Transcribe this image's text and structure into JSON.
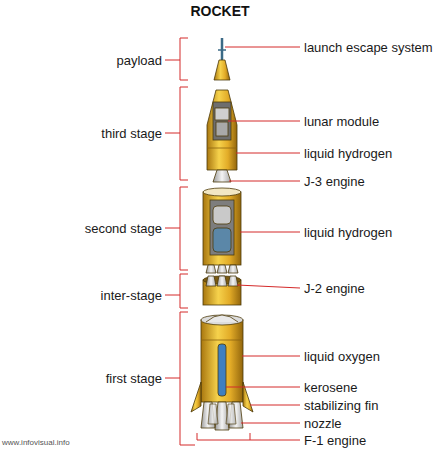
{
  "diagram": {
    "title": "ROCKET",
    "labels": [
      "payload",
      "launch escape system",
      "third stage",
      "lunar module",
      "liquid hydrogen",
      "J-3 engine",
      "second stage",
      "liquid hydrogen",
      "inter-stage",
      "J-2 engine",
      "liquid oxygen",
      "first stage",
      "kerosene",
      "stabilizing fin",
      "nozzle",
      "F-1 engine",
      "www.infovisual.info"
    ]
  }
}
